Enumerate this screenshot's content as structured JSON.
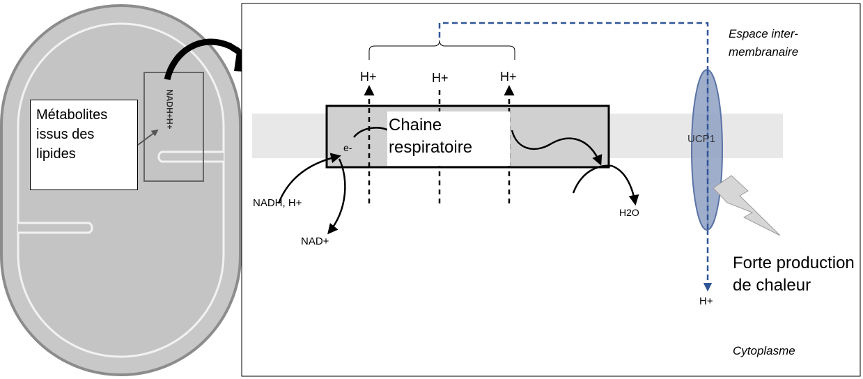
{
  "mitochondrion": {
    "metabolites_label": "Métabolites issus des lipides",
    "nadh_label": "NADH+H+"
  },
  "detail": {
    "inter_membrane_label": "Espace inter-membranaire",
    "cytoplasm_label": "Cytoplasme",
    "respiratory_chain_label": "Chaine respiratoire",
    "electron_label": "e-",
    "proton_label": "H+",
    "proton_labels": [
      "H+",
      "H+",
      "H+"
    ],
    "nadh_h_label": "NADH, H+",
    "nad_label": "NAD+",
    "water_label": "H2O",
    "ucp1_label": "UCP1",
    "ucp1_proton_label": "H+",
    "heat_label": "Forte production de chaleur"
  },
  "colors": {
    "mito_outer": "#8c8c8c",
    "mito_fill": "#c8c8c8",
    "membrane_band": "#e8e8e8",
    "chain_fill": "#d0d0d0",
    "ucp1_fill": "#8ea0c2",
    "ucp1_stroke": "#5b73a6",
    "dashed_path": "#2f5597",
    "lightning_fill": "#d6d6d6"
  }
}
